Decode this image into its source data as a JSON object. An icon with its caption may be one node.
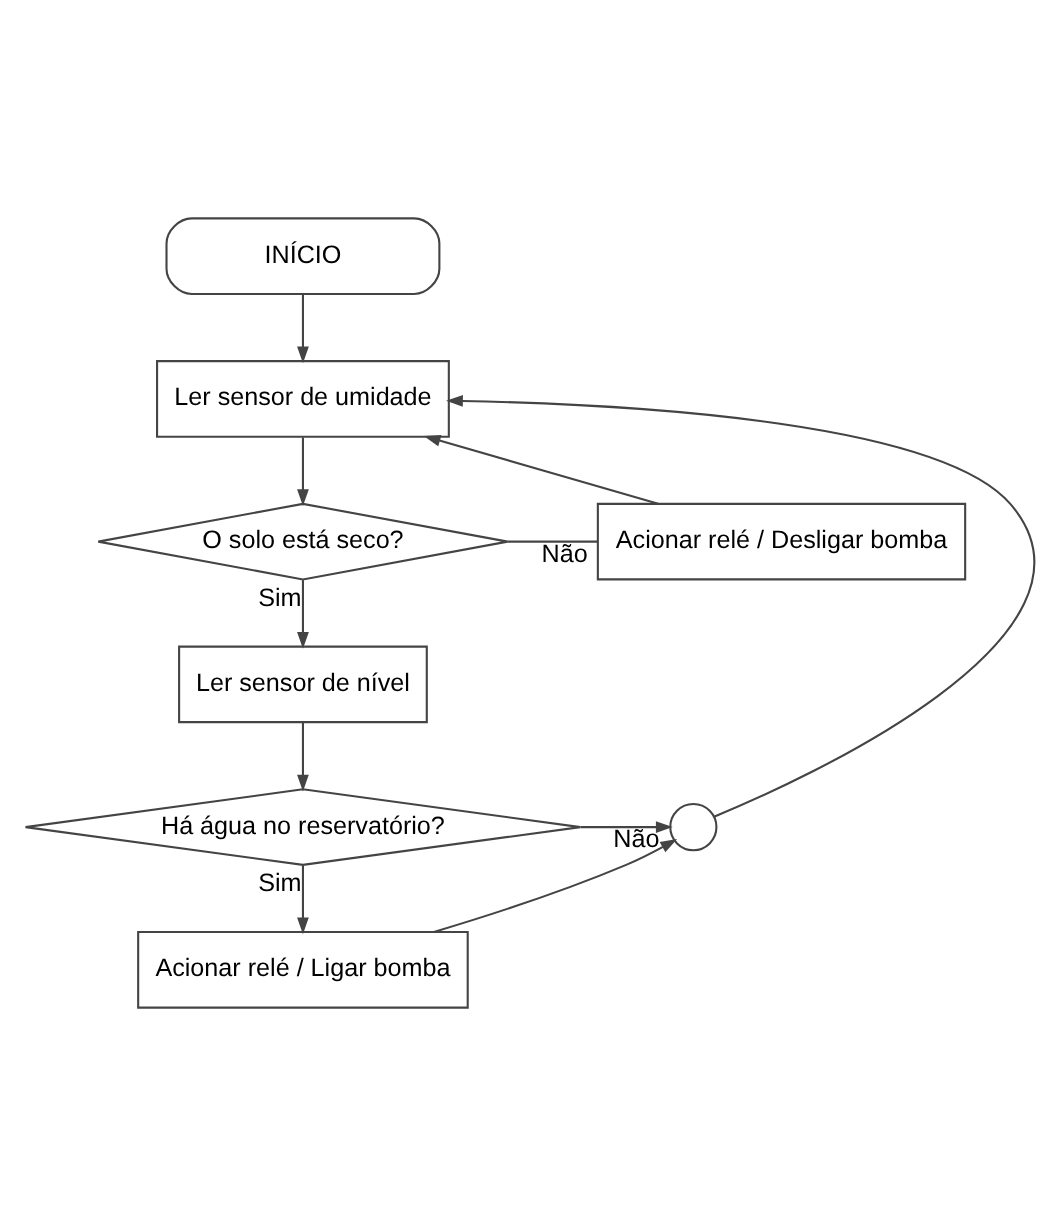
{
  "diagram": {
    "nodes": [
      {
        "text": [
          "INÍCIO"
        ]
      },
      {
        "text": [
          "Ler sensor de umidade"
        ]
      },
      {
        "text": [
          "O solo está seco?"
        ]
      },
      {
        "text": [
          "Acionar relé / Desligar bomba"
        ]
      },
      {
        "text": [
          "Ler sensor de nível"
        ]
      },
      {
        "text": [
          "Há água no reservatório?"
        ]
      },
      {
        "text": [],
        "shape": "circle"
      },
      {
        "text": [
          "Acionar relé / Ligar bomba"
        ]
      }
    ],
    "edges": [
      {
        "from": 0,
        "to": 1,
        "arrow": "to"
      },
      {
        "from": 1,
        "to": 2,
        "arrow": "to"
      },
      {
        "from": 2,
        "to": 3,
        "arrow": "none",
        "label": "Não"
      },
      {
        "from": 3,
        "to": 1,
        "arrow": "to"
      },
      {
        "from": 2,
        "to": 4,
        "arrow": "to",
        "label": "Sim"
      },
      {
        "from": 4,
        "to": 5,
        "arrow": "to"
      },
      {
        "from": 5,
        "to": 6,
        "arrow": "to",
        "label": "Não"
      },
      {
        "from": 5,
        "to": 7,
        "arrow": "to",
        "label": "Sim"
      },
      {
        "from": 7,
        "to": 6,
        "arrow": "to"
      },
      {
        "from": 6,
        "to": 1,
        "arrow": "to"
      }
    ]
  }
}
